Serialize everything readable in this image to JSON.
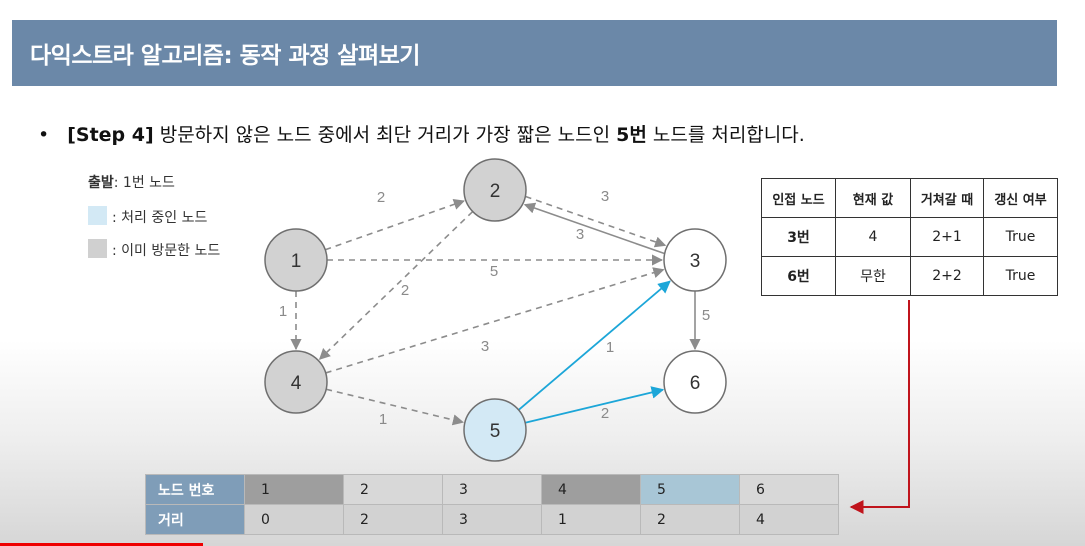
{
  "header": {
    "title": "다익스트라 알고리즘: 동작 과정 살펴보기"
  },
  "step": {
    "bullet": "•",
    "step_label": "[Step 4]",
    "text_before": " 방문하지 않은 노드 중에서 최단 거리가 가장 짧은 노드인 ",
    "highlight": "5번",
    "text_after": " 노드를 처리합니다."
  },
  "legend": {
    "start_bold": "출발",
    "start_text": ": 1번 노드",
    "processing": ": 처리 중인 노드",
    "visited": ": 이미 방문한 노드",
    "processing_color": "#d3e9f5",
    "visited_color": "#d0d0d0"
  },
  "graph": {
    "nodes": [
      {
        "id": "1",
        "state": "visited"
      },
      {
        "id": "2",
        "state": "visited"
      },
      {
        "id": "3",
        "state": "unvisited"
      },
      {
        "id": "4",
        "state": "visited"
      },
      {
        "id": "5",
        "state": "processing"
      },
      {
        "id": "6",
        "state": "unvisited"
      }
    ],
    "edges": [
      {
        "from": "1",
        "to": "2",
        "weight": "2",
        "style": "dashed"
      },
      {
        "from": "2",
        "to": "3",
        "weight": "3",
        "style": "dashed"
      },
      {
        "from": "3",
        "to": "2",
        "weight": "3",
        "style": "solid"
      },
      {
        "from": "1",
        "to": "3",
        "weight": "5",
        "style": "dashed"
      },
      {
        "from": "2",
        "to": "4",
        "weight": "2",
        "style": "dashed"
      },
      {
        "from": "1",
        "to": "4",
        "weight": "1",
        "style": "dashed"
      },
      {
        "from": "4",
        "to": "3",
        "weight": "3",
        "style": "dashed"
      },
      {
        "from": "4",
        "to": "5",
        "weight": "1",
        "style": "dashed"
      },
      {
        "from": "5",
        "to": "3",
        "weight": "1",
        "style": "active"
      },
      {
        "from": "5",
        "to": "6",
        "weight": "2",
        "style": "active"
      },
      {
        "from": "3",
        "to": "6",
        "weight": "5",
        "style": "solid"
      }
    ],
    "active_color": "#1ca6d8",
    "arrow_color": "#8c8c8c"
  },
  "adjacency_table": {
    "headers": [
      "인접 노드",
      "현재 값",
      "거쳐갈 때",
      "갱신 여부"
    ],
    "rows": [
      [
        "3번",
        "4",
        "2+1",
        "True"
      ],
      [
        "6번",
        "무한",
        "2+2",
        "True"
      ]
    ]
  },
  "distance_table": {
    "row1_label": "노드 번호",
    "row2_label": "거리",
    "nodes": [
      "1",
      "2",
      "3",
      "4",
      "5",
      "6"
    ],
    "node_states": [
      "visited",
      "plain",
      "plain",
      "visited",
      "processing",
      "plain"
    ],
    "distances": [
      "0",
      "2",
      "3",
      "1",
      "2",
      "4"
    ]
  },
  "connector_color": "#c0141c",
  "video": {
    "progress": 0.187
  }
}
